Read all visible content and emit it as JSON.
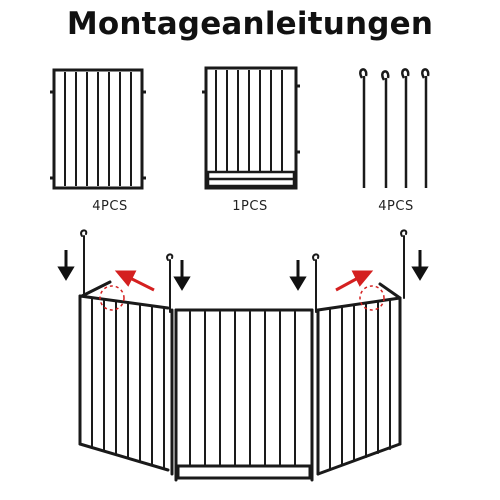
{
  "title": "Montageanleitungen",
  "parts": [
    {
      "name": "panel",
      "caption": "4PCS"
    },
    {
      "name": "door-panel",
      "caption": "1PCS"
    },
    {
      "name": "hook-pin",
      "caption": "4PCS"
    }
  ],
  "colors": {
    "metal": "#1a1a1a",
    "arrow_black": "#111111",
    "arrow_red": "#d42020",
    "highlight_circle": "#d42020"
  }
}
